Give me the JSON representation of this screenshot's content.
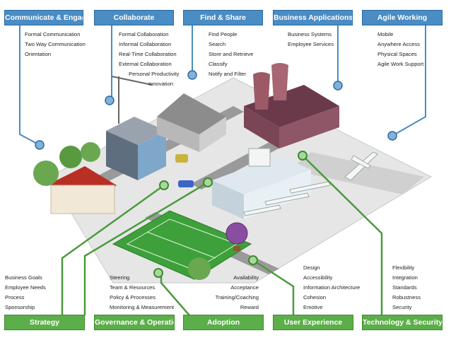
{
  "top": [
    {
      "title": "Communicate & Engage",
      "items": [
        "Formal Communication",
        "Two Way Communication",
        "Orientation"
      ]
    },
    {
      "title": "Collaborate",
      "items": [
        "Formal Collaboration",
        "Informal Collaboration",
        "Real-Time Collaboration",
        "External Collaboration",
        "Personal Productivity",
        "Innovation"
      ]
    },
    {
      "title": "Find & Share",
      "items": [
        "Find People",
        "Search",
        "Store and Retrieve",
        "Classify",
        "Notify and Filter"
      ]
    },
    {
      "title": "Business  Applications",
      "items": [
        "Business Systems",
        "Employee Services"
      ]
    },
    {
      "title": "Agile Working",
      "items": [
        "Mobile",
        "Anywhere Access",
        "Physical Spaces",
        "Agile Work Support"
      ]
    }
  ],
  "bottom": [
    {
      "title": "Strategy",
      "items": [
        "Business Goals",
        "Employee Needs",
        "Process",
        "Sponsorship"
      ]
    },
    {
      "title": "Governance & Operations",
      "items": [
        "Steering",
        "Team & Resources",
        "Policy & Processes",
        "Monitoring & Measurement"
      ]
    },
    {
      "title": "Adoption",
      "items": [
        "Availability",
        "Acceptance",
        "Training/Coaching",
        "Reward"
      ]
    },
    {
      "title": "User Experience",
      "items": [
        "Design",
        "Accessibility",
        "Information Architecture",
        "Cohesion",
        "Emotive"
      ]
    },
    {
      "title": "Technology & Security",
      "items": [
        "Flexibility",
        "Integration",
        "Standards",
        "Robustness",
        "Security"
      ]
    }
  ],
  "colors": {
    "top_tab": "#4a8cc4",
    "bottom_tab": "#5cae4a",
    "connector_blue": "#4a8cc4",
    "connector_green": "#4a9a3c"
  }
}
